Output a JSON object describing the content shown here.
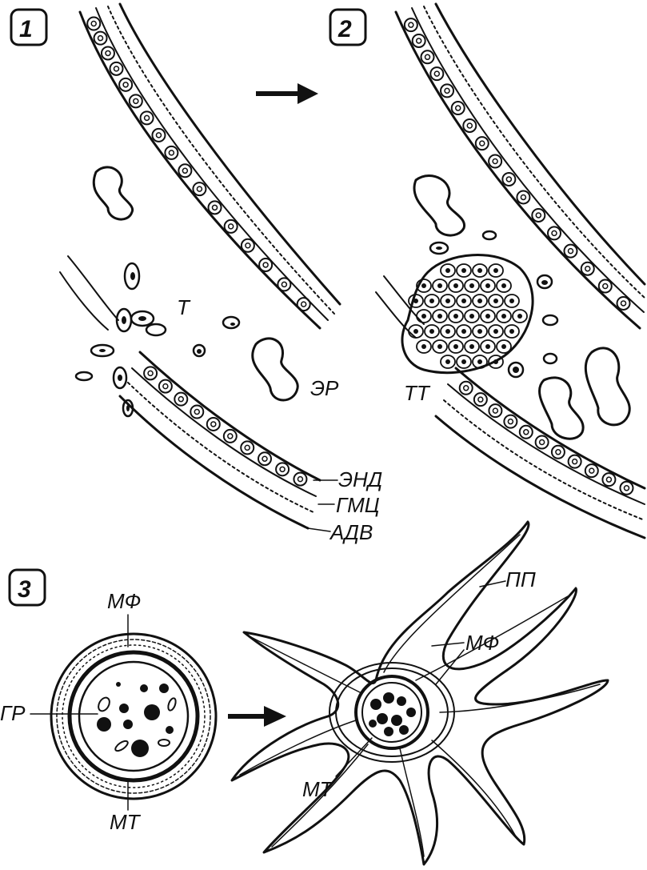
{
  "panels": [
    {
      "number": "1",
      "labels": {
        "thrombocytes": "Т",
        "erythrocyte": "ЭР",
        "endothelium": "ЭНД",
        "smooth_muscle": "ГМЦ",
        "adventitia": "АДВ"
      }
    },
    {
      "number": "2",
      "labels": {
        "thrombus": "ТТ"
      }
    },
    {
      "number": "3",
      "labels": {
        "microfilaments_left": "МФ",
        "granules": "ГР",
        "microtubules_left": "МТ",
        "pseudopodia": "ПП",
        "microfilaments_right": "МФ",
        "microtubules_right": "МТ"
      }
    }
  ],
  "colors": {
    "ink": "#111111",
    "paper": "#ffffff"
  }
}
